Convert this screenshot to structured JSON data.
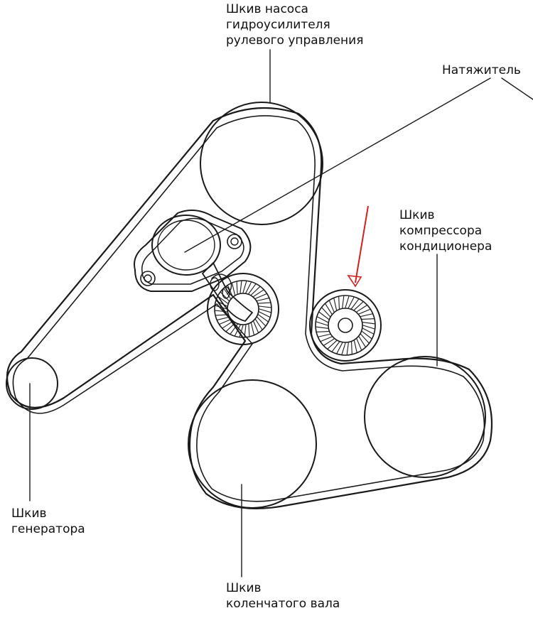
{
  "labels": {
    "ps_pump": [
      "Шкив насоса",
      "гидроусилителя",
      "рулевого управления"
    ],
    "tensioner": [
      "Натяжитель"
    ],
    "ac_compressor": [
      "Шкив",
      "компрессора",
      "кондиционера"
    ],
    "generator": [
      "Шкив",
      "генератора"
    ],
    "crankshaft": [
      "Шкив",
      "коленчатого вала"
    ]
  },
  "colors": {
    "ink": "#1a1a1a",
    "arrow": "#d42020"
  }
}
